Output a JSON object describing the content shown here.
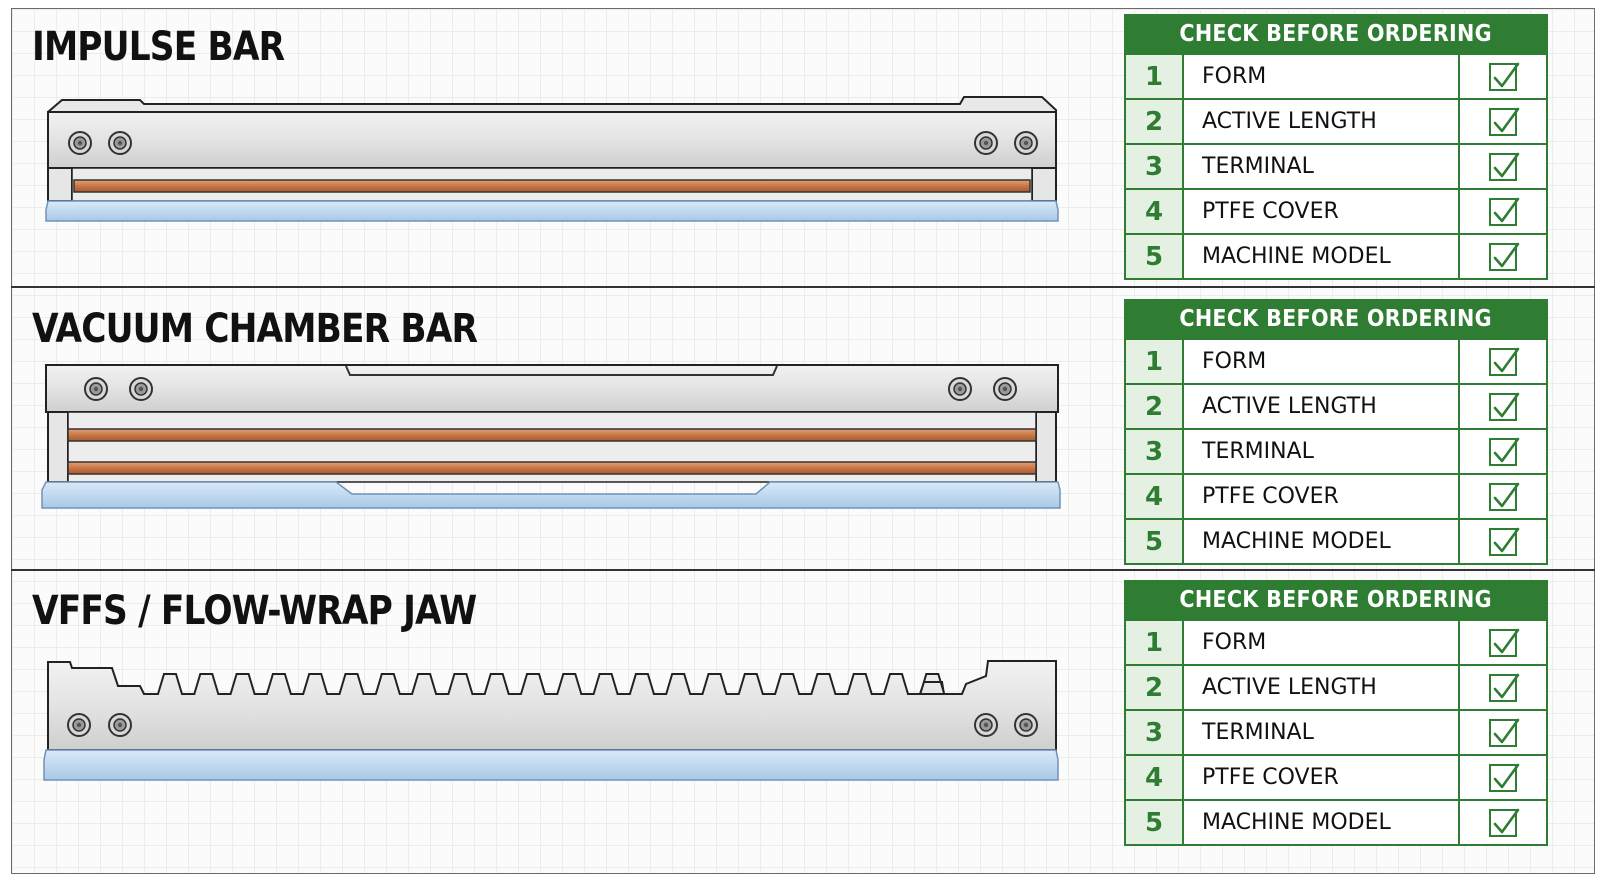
{
  "sections": [
    {
      "title": "IMPULSE BAR",
      "checklist": {
        "header": "CHECK BEFORE ORDERING",
        "items": [
          {
            "num": "1",
            "label": "FORM"
          },
          {
            "num": "2",
            "label": "ACTIVE LENGTH"
          },
          {
            "num": "3",
            "label": "TERMINAL"
          },
          {
            "num": "4",
            "label": "PTFE COVER"
          },
          {
            "num": "5",
            "label": "MACHINE MODEL"
          }
        ]
      }
    },
    {
      "title": "VACUUM CHAMBER BAR",
      "checklist": {
        "header": "CHECK BEFORE ORDERING",
        "items": [
          {
            "num": "1",
            "label": "FORM"
          },
          {
            "num": "2",
            "label": "ACTIVE LENGTH"
          },
          {
            "num": "3",
            "label": "TERMINAL"
          },
          {
            "num": "4",
            "label": "PTFE COVER"
          },
          {
            "num": "5",
            "label": "MACHINE MODEL"
          }
        ]
      }
    },
    {
      "title": "VFFS / FLOW-WRAP JAW",
      "checklist": {
        "header": "CHECK BEFORE ORDERING",
        "items": [
          {
            "num": "1",
            "label": "FORM"
          },
          {
            "num": "2",
            "label": "ACTIVE LENGTH"
          },
          {
            "num": "3",
            "label": "TERMINAL"
          },
          {
            "num": "4",
            "label": "PTFE COVER"
          },
          {
            "num": "5",
            "label": "MACHINE MODEL"
          }
        ]
      }
    }
  ],
  "colors": {
    "accent_green": "#2e7d32",
    "number_cell_bg": "#e4f0e2",
    "steel": "#e1e1e1",
    "heating_wire": "#cf8350",
    "ptfe_cover": "#c9dff4"
  },
  "icons": {
    "check": "check-icon",
    "screw": "screw-icon"
  }
}
